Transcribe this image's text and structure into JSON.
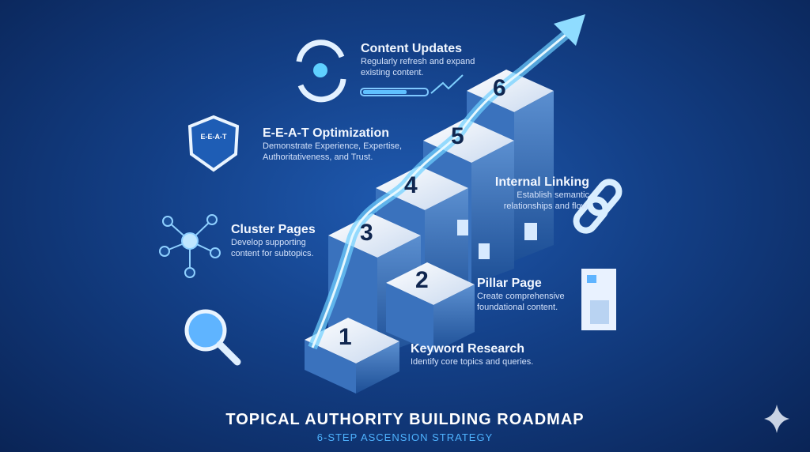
{
  "steps": [
    {
      "num": "1",
      "title": "Keyword Research",
      "desc": "Identify core topics and queries.",
      "icon": "magnifier-icon"
    },
    {
      "num": "2",
      "title": "Pillar Page",
      "desc": "Create comprehensive foundational content.",
      "icon": "pillar-document-icon"
    },
    {
      "num": "3",
      "title": "Cluster Pages",
      "desc": "Develop supporting content for subtopics.",
      "icon": "network-icon"
    },
    {
      "num": "4",
      "title": "Internal Linking",
      "desc": "Establish semantic relationships and flow.",
      "icon": "chain-link-icon"
    },
    {
      "num": "5",
      "title": "E-E-A-T Optimization",
      "desc": "Demonstrate Experience, Expertise, Authoritativeness, and Trust.",
      "icon": "shield-icon"
    },
    {
      "num": "6",
      "title": "Content Updates",
      "desc": "Regularly refresh and expand existing content.",
      "icon": "refresh-icon"
    }
  ],
  "badge": "E-E-A-T",
  "title": "TOPICAL AUTHORITY BUILDING ROADMAP",
  "subtitle": "6-STEP ASCENSION STRATEGY",
  "colors": {
    "accent": "#4fb3ff",
    "bg": "#133f86"
  }
}
